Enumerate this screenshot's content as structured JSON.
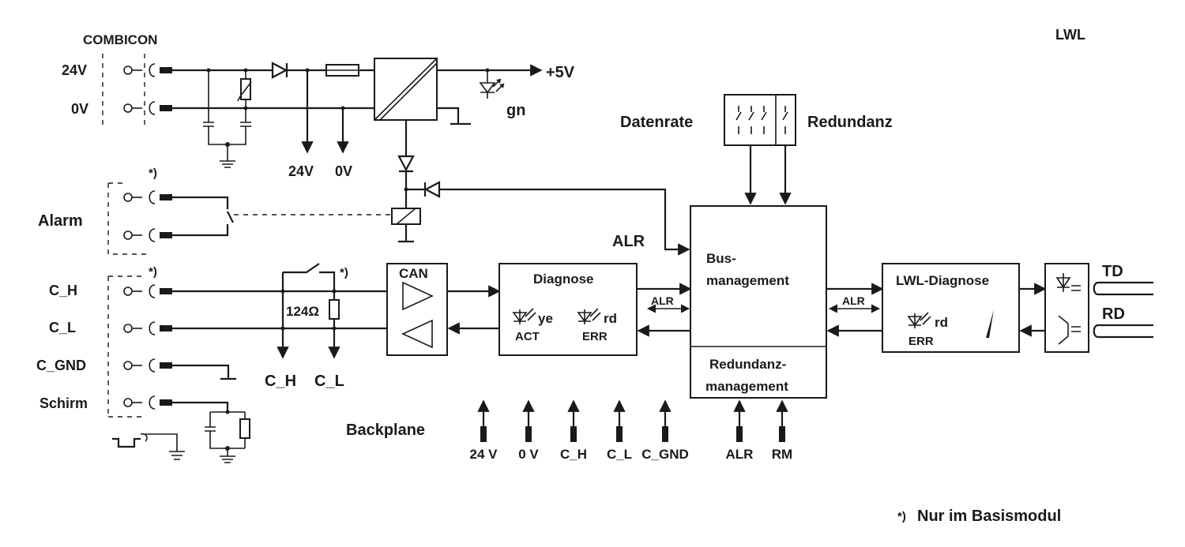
{
  "labels": {
    "combicon": "COMBICON",
    "lwl_title": "LWL",
    "v24": "24V",
    "v0": "0V",
    "plus5v": "+5V",
    "gn": "gn",
    "tap24": "24V",
    "tap0": "0V",
    "alarm": "Alarm",
    "star1": "*)",
    "star2": "*)",
    "star3": "*)",
    "c_h": "C_H",
    "c_l": "C_L",
    "c_gnd": "C_GND",
    "schirm": "Schirm",
    "resistor": "124Ω",
    "bus_c_h": "C_H",
    "bus_c_l": "C_L",
    "can": "CAN",
    "diagnose": "Diagnose",
    "led_ye": "ye",
    "act": "ACT",
    "led_rd": "rd",
    "err": "ERR",
    "alr_small_1": "ALR",
    "alr_big": "ALR",
    "datenrate": "Datenrate",
    "redundanz": "Redundanz",
    "busmgmt_1": "Bus-",
    "busmgmt_2": "management",
    "redmgmt_1": "Redundanz-",
    "redmgmt_2": "management",
    "alr_small_2": "ALR",
    "lwl_diag": "LWL-Diagnose",
    "lwl_rd": "rd",
    "lwl_err": "ERR",
    "td": "TD",
    "rd_port": "RD",
    "backplane": "Backplane",
    "footnote_star": "*)",
    "footnote": "Nur im Basismodul"
  },
  "backplane_pins": [
    "24 V",
    "0 V",
    "C_H",
    "C_L",
    "C_GND",
    "ALR",
    "RM"
  ]
}
